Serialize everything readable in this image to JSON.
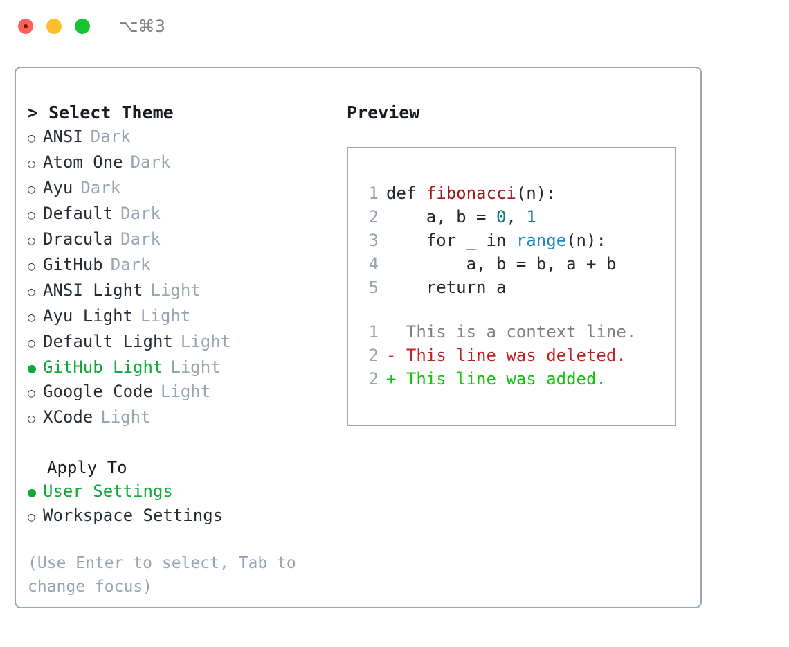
{
  "titlebar": {
    "lights": [
      "close",
      "minimize",
      "maximize"
    ],
    "shortcut": "⌥⌘3"
  },
  "colors": {
    "selection_green": "#12a83c",
    "diff_add_green": "#14c40c",
    "diff_del_red": "#bf2020",
    "function_red": "#a31515",
    "number_teal": "#0b7a72",
    "call_blue": "#1a8ac0",
    "muted_grey": "#9aa3b2",
    "border_grey": "#9aa4b5",
    "text_dark": "#24292e"
  },
  "theme_picker": {
    "header": "> Select Theme",
    "bullet_on": "●",
    "bullet_off": "○",
    "items": [
      {
        "label": "ANSI",
        "tag": "Dark",
        "selected": false
      },
      {
        "label": "Atom One",
        "tag": "Dark",
        "selected": false
      },
      {
        "label": "Ayu",
        "tag": "Dark",
        "selected": false
      },
      {
        "label": "Default",
        "tag": "Dark",
        "selected": false
      },
      {
        "label": "Dracula",
        "tag": "Dark",
        "selected": false
      },
      {
        "label": "GitHub",
        "tag": "Dark",
        "selected": false
      },
      {
        "label": "ANSI Light",
        "tag": "Light",
        "selected": false
      },
      {
        "label": "Ayu Light",
        "tag": "Light",
        "selected": false
      },
      {
        "label": "Default Light",
        "tag": "Light",
        "selected": false
      },
      {
        "label": "GitHub Light",
        "tag": "Light",
        "selected": true
      },
      {
        "label": "Google Code",
        "tag": "Light",
        "selected": false
      },
      {
        "label": "XCode",
        "tag": "Light",
        "selected": false
      }
    ]
  },
  "apply_to": {
    "header": "Apply To",
    "items": [
      {
        "label": "User Settings",
        "selected": true
      },
      {
        "label": "Workspace Settings",
        "selected": false
      }
    ]
  },
  "hint": "(Use Enter to select, Tab to change focus)",
  "preview": {
    "header": "Preview",
    "code_lines": [
      {
        "num": "1",
        "tokens": [
          {
            "text": "def ",
            "kind": "plain"
          },
          {
            "text": "fibonacci",
            "kind": "fn"
          },
          {
            "text": "(n):",
            "kind": "plain"
          }
        ]
      },
      {
        "num": "2",
        "tokens": [
          {
            "text": "    a, b = ",
            "kind": "plain"
          },
          {
            "text": "0",
            "kind": "num"
          },
          {
            "text": ", ",
            "kind": "plain"
          },
          {
            "text": "1",
            "kind": "num"
          }
        ]
      },
      {
        "num": "3",
        "tokens": [
          {
            "text": "    for _ in ",
            "kind": "plain"
          },
          {
            "text": "range",
            "kind": "call"
          },
          {
            "text": "(n):",
            "kind": "plain"
          }
        ]
      },
      {
        "num": "4",
        "tokens": [
          {
            "text": "        a, b = b, a + b",
            "kind": "plain"
          }
        ]
      },
      {
        "num": "5",
        "tokens": [
          {
            "text": "    return a",
            "kind": "plain"
          }
        ]
      }
    ],
    "diff_lines": [
      {
        "num": "1",
        "marker": " ",
        "text": "  This is a context line.",
        "kind": "ctx"
      },
      {
        "num": "2",
        "marker": "-",
        "text": "- This line was deleted.",
        "kind": "del"
      },
      {
        "num": "2",
        "marker": "+",
        "text": "+ This line was added.",
        "kind": "add"
      }
    ]
  }
}
